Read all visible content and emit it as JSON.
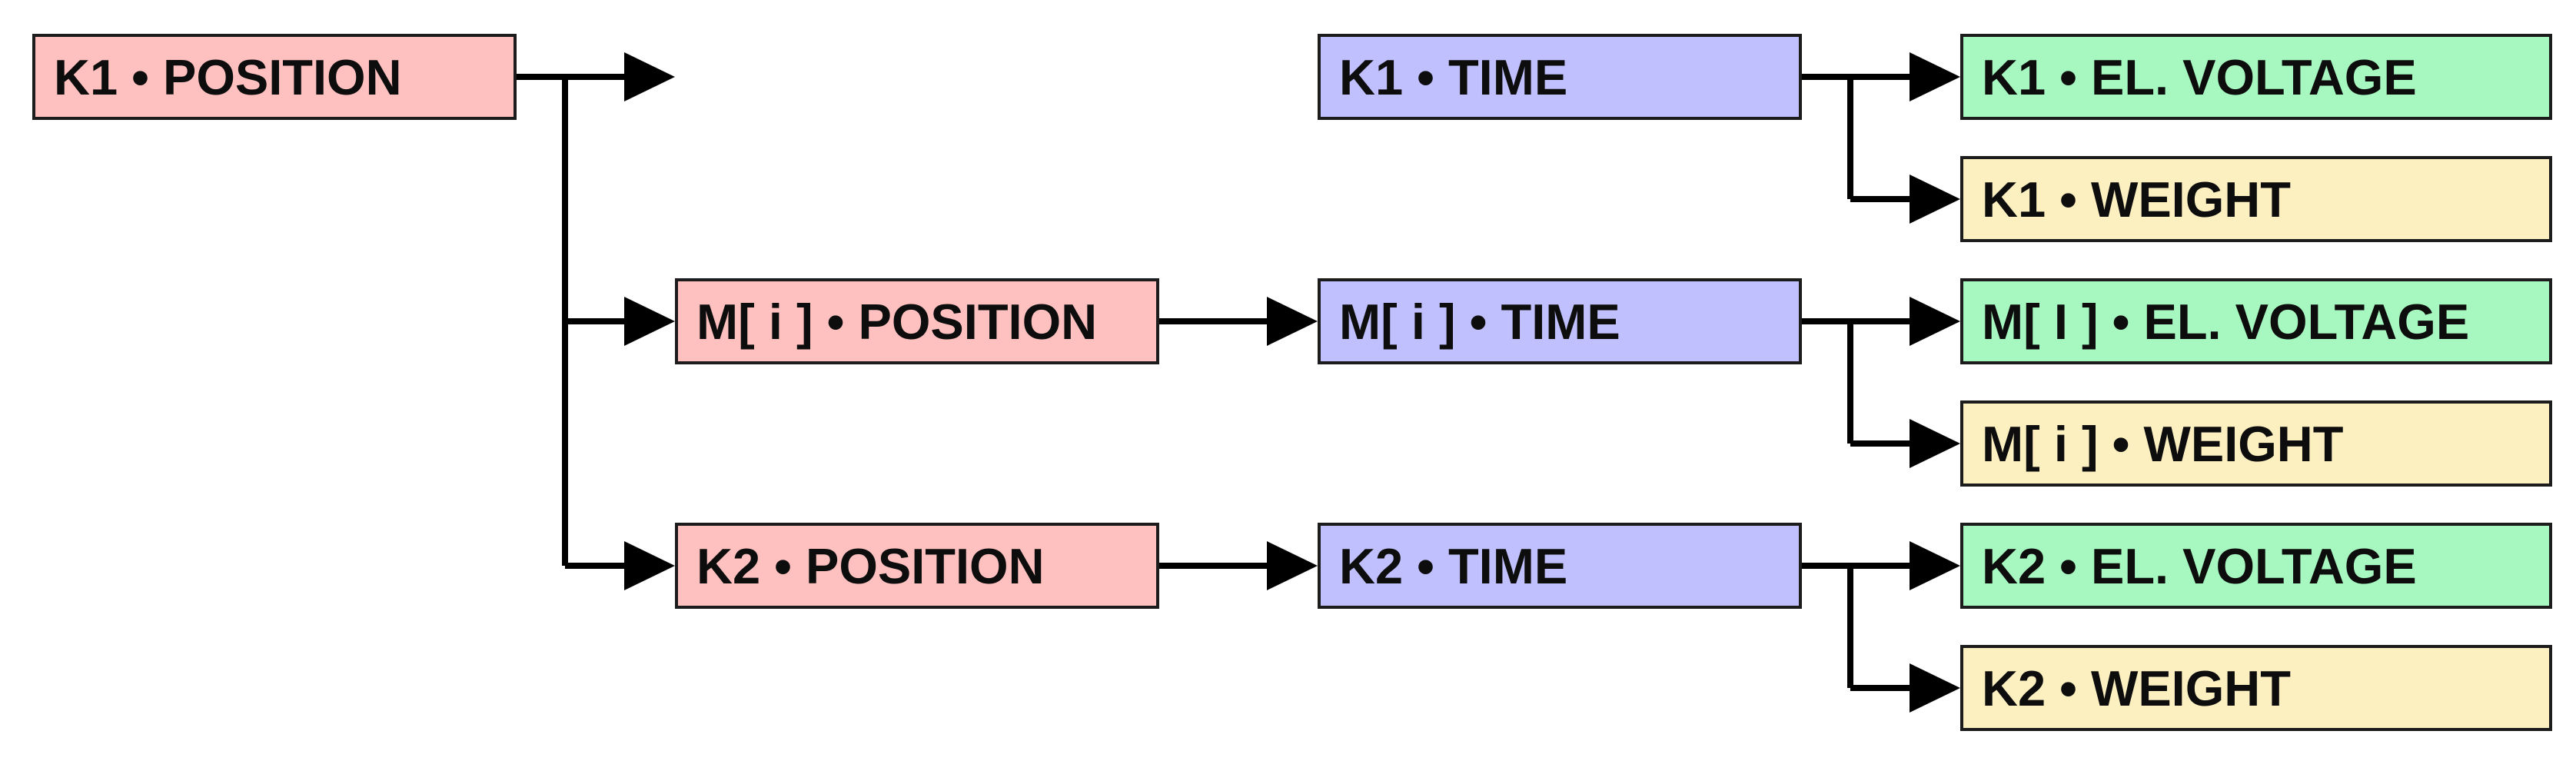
{
  "diagram": {
    "nodes": {
      "k1_position": "K1 • POSITION",
      "k1_time": "K1 • TIME",
      "k1_voltage": "K1 • EL. VOLTAGE",
      "k1_weight": "K1 • WEIGHT",
      "mi_position": "M[ i ] • POSITION",
      "mi_time": "M[ i ] • TIME",
      "mi_voltage": "M[ I ] • EL. VOLTAGE",
      "mi_weight": "M[ i ] • WEIGHT",
      "k2_position": "K2 • POSITION",
      "k2_time": "K2 • TIME",
      "k2_voltage": "K2 • EL. VOLTAGE",
      "k2_weight": "K2 • WEIGHT"
    },
    "colors": {
      "position": "#ffc0c0",
      "time": "#c0c0ff",
      "voltage": "#a6f7c0",
      "weight": "#fdf0c0",
      "line": "#000000"
    }
  }
}
